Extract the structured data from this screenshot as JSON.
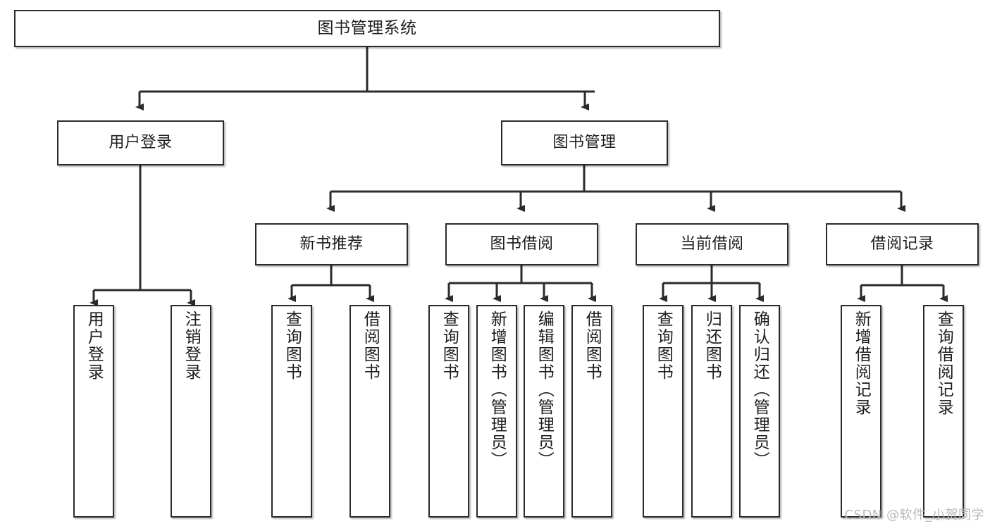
{
  "diagram": {
    "title": "图书管理系统",
    "type": "tree-hierarchy-chart",
    "root": {
      "label": "图书管理系统"
    },
    "level2": [
      {
        "label": "用户登录"
      },
      {
        "label": "图书管理"
      }
    ],
    "level3": [
      {
        "label": "新书推荐"
      },
      {
        "label": "图书借阅"
      },
      {
        "label": "当前借阅"
      },
      {
        "label": "借阅记录"
      }
    ],
    "leaves": {
      "user_login": [
        {
          "label": "用户登录"
        },
        {
          "label": "注销登录"
        }
      ],
      "new_book_recommend": [
        {
          "label": "查询图书"
        },
        {
          "label": "借阅图书"
        }
      ],
      "book_borrow": [
        {
          "label": "查询图书"
        },
        {
          "label": "新增图书（管理员）"
        },
        {
          "label": "编辑图书（管理员）"
        },
        {
          "label": "借阅图书"
        }
      ],
      "current_borrow": [
        {
          "label": "查询图书"
        },
        {
          "label": "归还图书"
        },
        {
          "label": "确认归还（管理员）"
        }
      ],
      "borrow_record": [
        {
          "label": "新增借阅记录"
        },
        {
          "label": "查询借阅记录"
        }
      ]
    }
  },
  "watermark": {
    "text": "CSDN @软件_小贺同学"
  },
  "colors": {
    "box_border": "#2b2b2b",
    "box_fill": "#ffffff",
    "edge": "#2b2b2b",
    "text": "#1d1d1d",
    "watermark": "#b9b9b9"
  }
}
